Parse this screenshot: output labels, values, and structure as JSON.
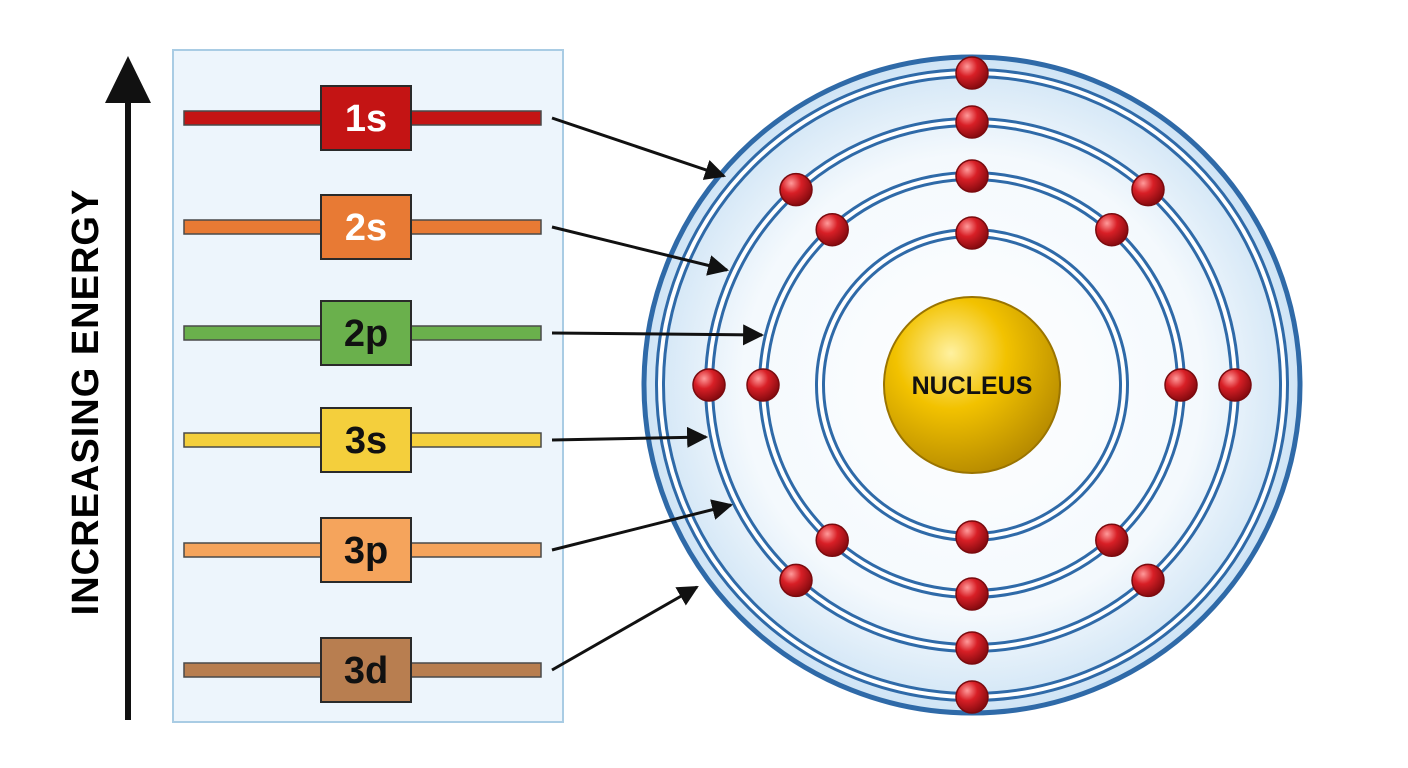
{
  "axis": {
    "label": "INCREASING ENERGY"
  },
  "nucleus": {
    "label": "NUCLEUS",
    "color": "#f2c200"
  },
  "levels": [
    {
      "label": "1s",
      "color": "#c41414",
      "text_color": "#ffffff"
    },
    {
      "label": "2s",
      "color": "#e87a34",
      "text_color": "#ffffff"
    },
    {
      "label": "2p",
      "color": "#6ab04c",
      "text_color": "#111111"
    },
    {
      "label": "3s",
      "color": "#f4cf3c",
      "text_color": "#111111"
    },
    {
      "label": "3p",
      "color": "#f5a45c",
      "text_color": "#111111"
    },
    {
      "label": "3d",
      "color": "#b87e50",
      "text_color": "#111111"
    }
  ],
  "shells": [
    {
      "name": "shell-1",
      "electrons": 2
    },
    {
      "name": "shell-2",
      "electrons": 8
    },
    {
      "name": "shell-3",
      "electrons": 8
    },
    {
      "name": "shell-4",
      "electrons": 2
    }
  ],
  "colors": {
    "panel_fill": "#edf5fc",
    "panel_border": "#a9cce4",
    "orbit": "#2f6aa8",
    "electron": "#d81f26",
    "atom_glow": "#cfe4f5",
    "arrow": "#111111"
  }
}
